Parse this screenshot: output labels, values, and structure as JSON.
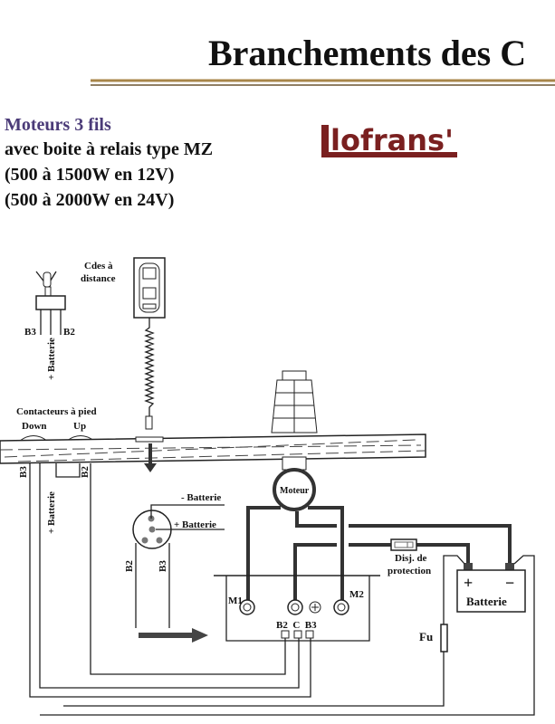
{
  "title": "Branchements des C",
  "heading": {
    "line1": "Moteurs 3 fils",
    "line2": "avec boite à relais type MZ",
    "line3": "(500 à 1500W en 12V)",
    "line4": "(500 à 2000W en 24V)"
  },
  "logo": "lofrans'",
  "labels": {
    "remote": [
      "Cdes à",
      "distance"
    ],
    "switch_b3": "B3",
    "switch_b2": "B2",
    "switch_batt": "+ Batterie",
    "foot_title": "Contacteurs à pied",
    "down": "Down",
    "up": "Up",
    "deck_b3": "B3",
    "deck_b2": "B2",
    "deck_batt": "+ Batterie",
    "plug_minus": "- Batterie",
    "plug_plus": "+ Batterie",
    "plug_b2": "B2",
    "plug_b3": "B3",
    "motor": "Moteur",
    "m1": "M1",
    "m2": "M2",
    "relay_terms": "B2  C  B3",
    "breaker": [
      "Disj. de",
      "protection"
    ],
    "battery": "Batterie",
    "battery_plus": "+",
    "battery_minus": "−",
    "fuse": "Fu"
  },
  "colors": {
    "heading": "#4b3b78",
    "logo": "#7a2020",
    "rule": "#a8864a"
  }
}
